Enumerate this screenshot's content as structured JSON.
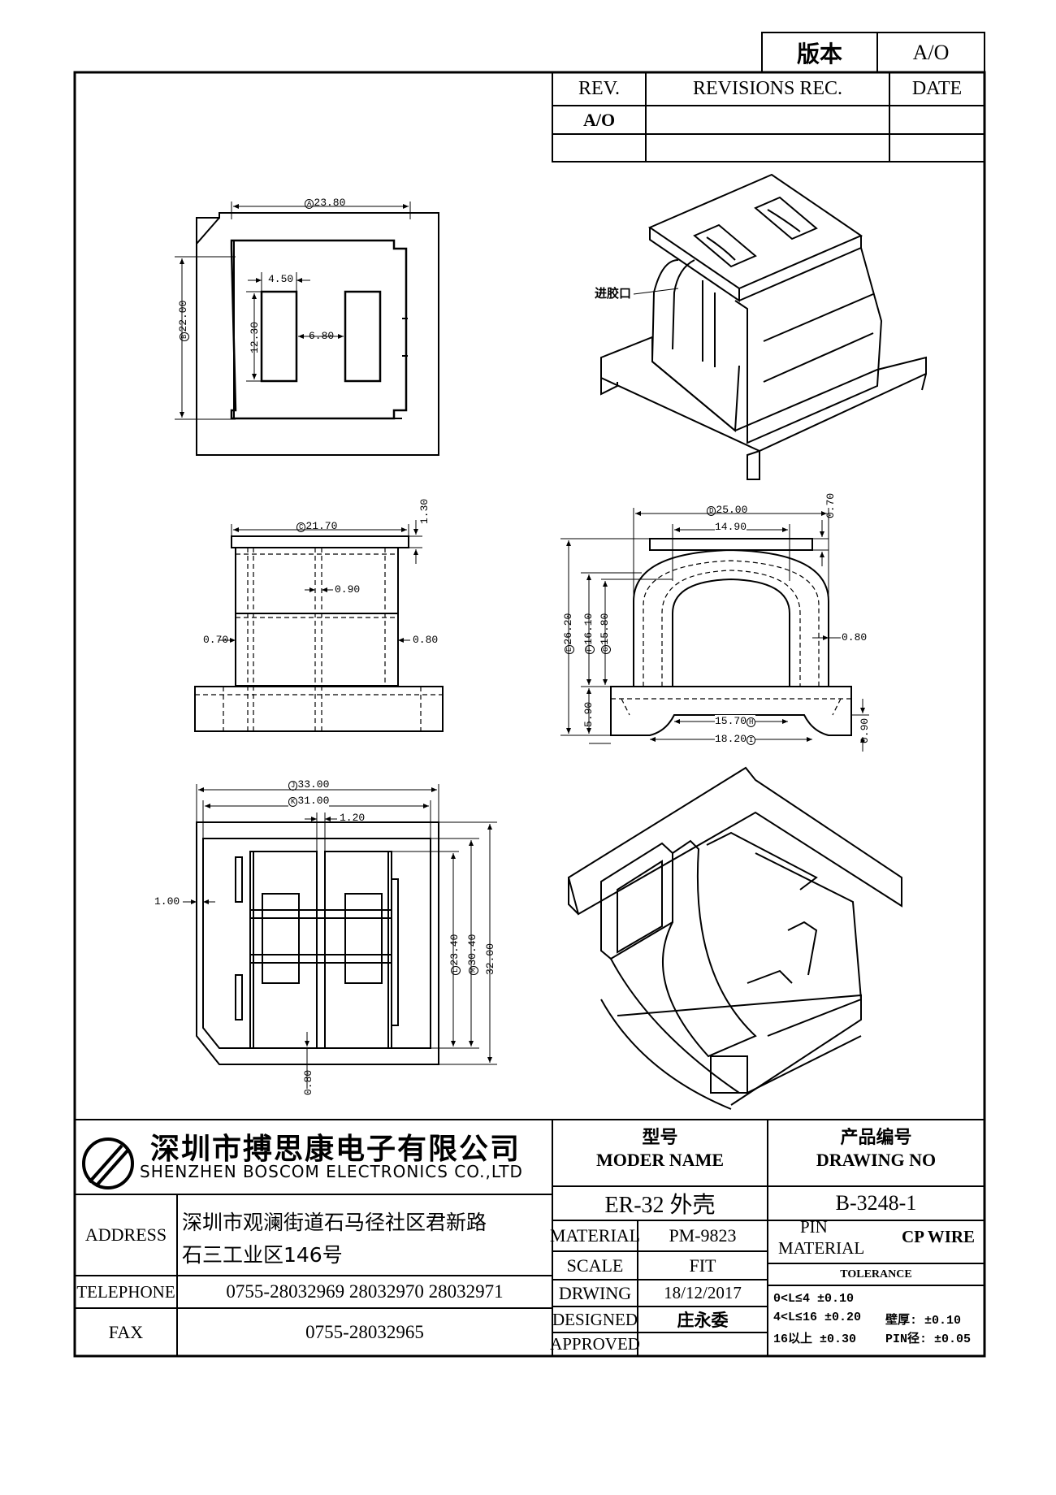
{
  "version_box": {
    "label": "版本",
    "value": "A/O"
  },
  "revisions": {
    "headers": {
      "rev": "REV.",
      "rec": "REVISIONS REC.",
      "date": "DATE"
    },
    "rows": [
      {
        "rev": "A/O",
        "rec": "",
        "date": ""
      }
    ]
  },
  "dimensions": {
    "top_view": {
      "width": "23.80",
      "height": "22.00",
      "slot_width": "4.50",
      "slot_height": "12.30",
      "slot_gap": "6.80"
    },
    "front_view": {
      "width": "21.70",
      "top_plate": "1.30",
      "center": "0.90",
      "left_wall": "0.70",
      "right_wall": "0.80"
    },
    "side_view": {
      "width": "25.00",
      "inner_top": "14.90",
      "top_plate": "0.70",
      "height": "26.20",
      "inner_h1": "16.10",
      "inner_h2": "15.80",
      "wall": "0.80",
      "base": "5.90",
      "base_gap": "0.90",
      "inner_w": "15.70",
      "outer_w": "18.20"
    },
    "bottom_view": {
      "w1": "33.00",
      "w2": "31.00",
      "rib": "1.20",
      "wall": "1.00",
      "h1": "23.40",
      "h2": "30.40",
      "h3": "32.00",
      "bottom": "0.80"
    },
    "markers": {
      "A": "A",
      "B": "B",
      "C": "C",
      "D": "D",
      "E": "E",
      "F": "F",
      "G": "G",
      "H": "H",
      "I": "I",
      "J": "J",
      "K": "K",
      "L": "L",
      "M": "M"
    }
  },
  "annotation_gate": "进胶口",
  "title_block": {
    "company_cn": "深圳市搏思康电子有限公司",
    "company_en": "SHENZHEN BOSCOM ELECTRONICS CO.,LTD",
    "model_label_cn": "型号",
    "model_label_en": "MODER NAME",
    "model_value": "ER-32 外壳",
    "drawing_label_cn": "产品编号",
    "drawing_label_en": "DRAWING NO",
    "drawing_value": "B-3248-1",
    "address_label": "ADDRESS",
    "address_line1": "深圳市观澜街道石马径社区君新路",
    "address_line2": "石三工业区146号",
    "telephone_label": "TELEPHONE",
    "telephone_value": "0755-28032969 28032970 28032971",
    "fax_label": "FAX",
    "fax_value": "0755-28032965",
    "material_label": "MATERIAL",
    "material_value": "PM-9823",
    "scale_label": "SCALE",
    "scale_value": "FIT",
    "drawing_date_label": "DRWING",
    "drawing_date_value": "18/12/2017",
    "designed_label": "DESIGNED",
    "designed_value": "庄永委",
    "approved_label": "APPROVED",
    "approved_value": "",
    "pin_material_label1": "PIN",
    "pin_material_label2": "MATERIAL",
    "pin_material_value": "CP WIRE",
    "tolerance_label": "TOLERANCE",
    "tol_row1": "0<L≤4 ±0.10",
    "tol_row2a": "4<L≤16 ±0.20",
    "tol_row2b": "壁厚: ±0.10",
    "tol_row3a": "16以上 ±0.30",
    "tol_row3b": "PIN径: ±0.05"
  }
}
